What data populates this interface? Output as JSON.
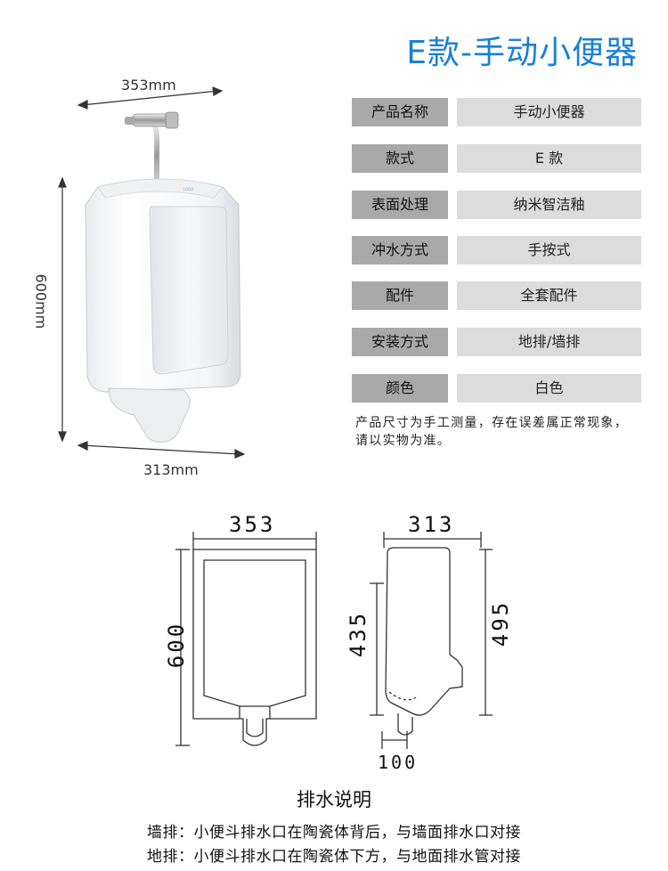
{
  "title": "E款-手动小便器",
  "photo_dims": {
    "width": "353mm",
    "height": "600mm",
    "depth": "313mm"
  },
  "specs": [
    {
      "label": "产品名称",
      "value": "手动小便器"
    },
    {
      "label": "款式",
      "value": "E 款"
    },
    {
      "label": "表面处理",
      "value": "纳米智洁釉"
    },
    {
      "label": "冲水方式",
      "value": "手按式"
    },
    {
      "label": "配件",
      "value": "全套配件"
    },
    {
      "label": "安装方式",
      "value": "地排/墙排"
    },
    {
      "label": "颜色",
      "value": "白色"
    }
  ],
  "note": "产品尺寸为手工测量，存在误差属正常现象，请以实物为准。",
  "drawing": {
    "front_width": "353",
    "front_height": "600",
    "side_depth": "313",
    "side_inlet_height": "435",
    "side_total_height": "495",
    "side_outlet": "100"
  },
  "drain": {
    "title": "排水说明",
    "wall": "墙排：小便斗排水口在陶瓷体背后，与墙面排水口对接",
    "floor": "地排：小便斗排水口在陶瓷体下方，与地面排水管对接"
  }
}
